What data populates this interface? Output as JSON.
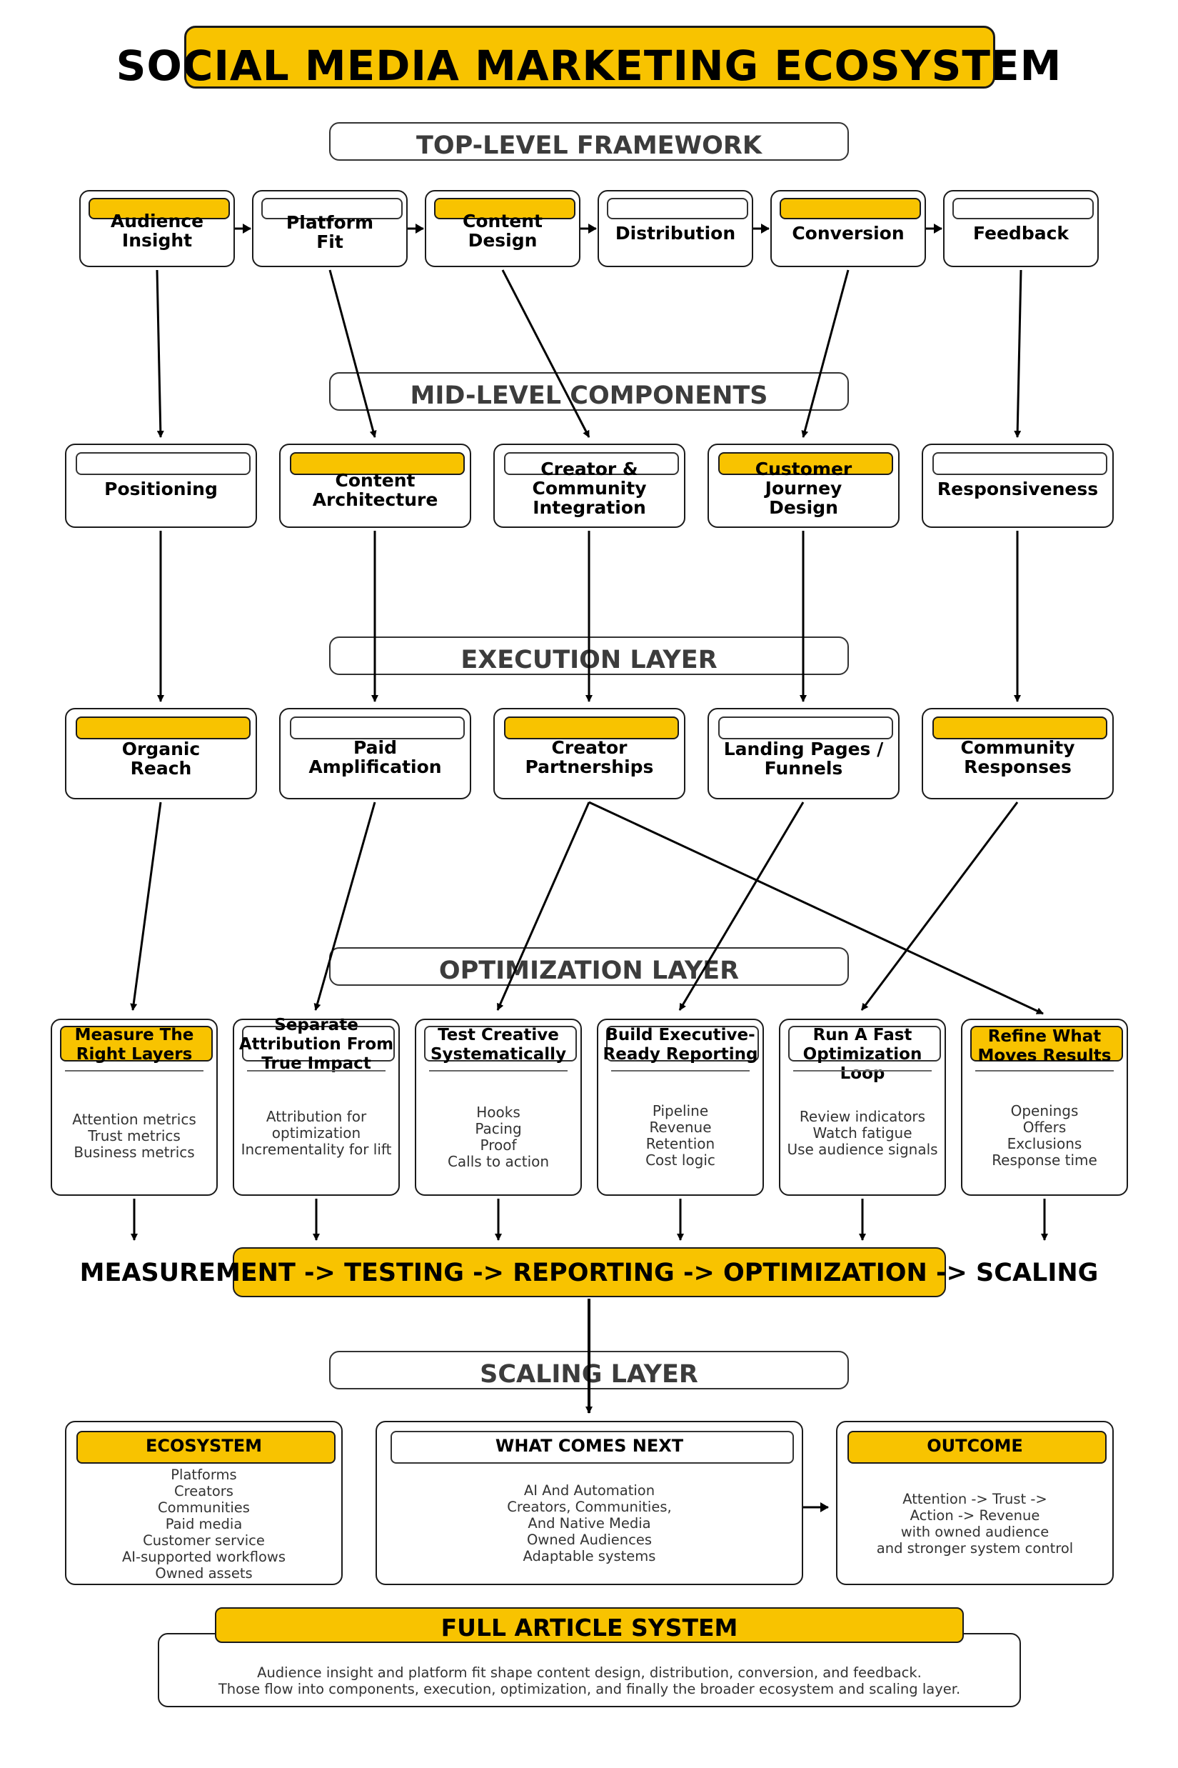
{
  "title": "SOCIAL MEDIA MARKETING ECOSYSTEM",
  "sections": {
    "top": "TOP-LEVEL FRAMEWORK",
    "mid": "MID-LEVEL COMPONENTS",
    "execution": "EXECUTION LAYER",
    "optimization": "OPTIMIZATION LAYER",
    "scaling": "SCALING LAYER"
  },
  "top_level": [
    {
      "label": "Audience\nInsight",
      "highlight": true
    },
    {
      "label": "Platform\nFit",
      "highlight": false
    },
    {
      "label": "Content\nDesign",
      "highlight": true
    },
    {
      "label": "Distribution",
      "highlight": false
    },
    {
      "label": "Conversion",
      "highlight": true
    },
    {
      "label": "Feedback",
      "highlight": false
    }
  ],
  "mid_level": [
    {
      "label": "Positioning",
      "highlight": false
    },
    {
      "label": "Content\nArchitecture",
      "highlight": true
    },
    {
      "label": "Creator &\nCommunity\nIntegration",
      "highlight": false
    },
    {
      "label": "Customer\nJourney\nDesign",
      "highlight": true
    },
    {
      "label": "Responsiveness",
      "highlight": false
    }
  ],
  "execution": [
    {
      "label": "Organic\nReach",
      "highlight": true
    },
    {
      "label": "Paid\nAmplification",
      "highlight": false
    },
    {
      "label": "Creator\nPartnerships",
      "highlight": true
    },
    {
      "label": "Landing Pages /\nFunnels",
      "highlight": false
    },
    {
      "label": "Community\nResponses",
      "highlight": true
    }
  ],
  "optimization": [
    {
      "title": "Measure The\nRight Layers",
      "highlight": true,
      "items": [
        "Attention metrics",
        "Trust metrics",
        "Business metrics"
      ]
    },
    {
      "title": "Separate\nAttribution From\nTrue Impact",
      "highlight": false,
      "items": [
        "Attribution for",
        "optimization",
        "Incrementality for lift"
      ]
    },
    {
      "title": "Test Creative\nSystematically",
      "highlight": false,
      "items": [
        "Hooks",
        "Pacing",
        "Proof",
        "Calls to action"
      ]
    },
    {
      "title": "Build Executive-\nReady Reporting",
      "highlight": false,
      "items": [
        "Pipeline",
        "Revenue",
        "Retention",
        "Cost logic"
      ]
    },
    {
      "title": "Run A Fast\nOptimization Loop",
      "highlight": false,
      "items": [
        "Review indicators",
        "Watch fatigue",
        "Use audience signals"
      ]
    },
    {
      "title": "Refine What\nMoves Results",
      "highlight": true,
      "items": [
        "Openings",
        "Offers",
        "Exclusions",
        "Response time"
      ]
    }
  ],
  "pipeline": "MEASUREMENT -> TESTING -> REPORTING -> OPTIMIZATION -> SCALING",
  "scaling": [
    {
      "title": "ECOSYSTEM",
      "highlight": true,
      "items": [
        "Platforms",
        "Creators",
        "Communities",
        "Paid media",
        "Customer service",
        "AI-supported workflows",
        "Owned assets"
      ]
    },
    {
      "title": "WHAT COMES NEXT",
      "highlight": false,
      "items": [
        "AI And Automation",
        "Creators, Communities,",
        "And Native Media",
        "Owned Audiences",
        "Adaptable systems"
      ]
    },
    {
      "title": "OUTCOME",
      "highlight": true,
      "items": [
        "Attention -> Trust ->",
        "Action -> Revenue",
        "with owned audience",
        "and stronger system control"
      ]
    }
  ],
  "full_article": {
    "title": "FULL ARTICLE SYSTEM",
    "lines": [
      "Audience insight and platform fit shape content design, distribution, conversion, and feedback.",
      "Those flow into components, execution, optimization, and finally the broader ecosystem and scaling layer."
    ]
  },
  "colors": {
    "accent": "#f8c300",
    "border": "#1a1a1a",
    "section_text": "#3c3c3c",
    "body_text": "#333333"
  }
}
